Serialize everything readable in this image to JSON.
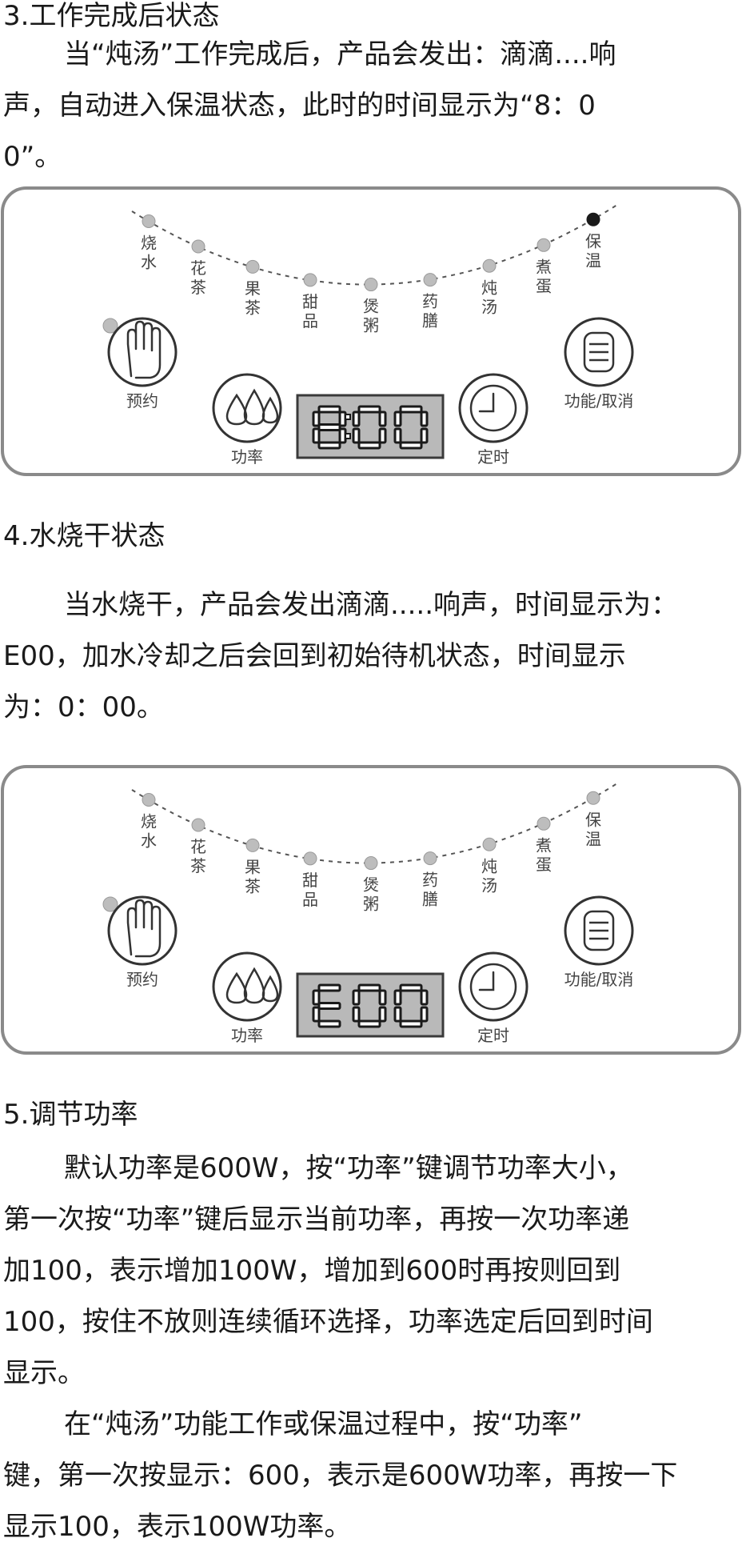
{
  "section3": {
    "heading": "3.工作完成后状态",
    "lines": [
      "当“炖汤”工作完成后，产品会发出：滴滴....响",
      "声，自动进入保温状态，此时的时间显示为“8：0",
      "0”。"
    ]
  },
  "section4": {
    "heading": "4.水烧干状态",
    "lines": [
      "当水烧干，产品会发出滴滴.....响声，时间显示为：",
      "E00，加水冷却之后会回到初始待机状态，时间显示",
      "为：0：00。"
    ]
  },
  "section5": {
    "heading": "5.调节功率",
    "lines": [
      "默认功率是600W，按“功率”键调节功率大小，",
      "第一次按“功率”键后显示当前功率，再按一次功率递",
      "加100，表示增加100W，增加到600时再按则回到",
      "100，按住不放则连续循环选择，功率选定后回到时间",
      "显示。",
      "在“炖汤”功能工作或保温过程中，按“功率”",
      "键，第一次按显示：600，表示是600W功率，再按一下",
      "显示100，表示100W功率。"
    ]
  },
  "panel": {
    "modes": [
      {
        "c1": "烧",
        "c2": "水"
      },
      {
        "c1": "花",
        "c2": "茶"
      },
      {
        "c1": "果",
        "c2": "茶"
      },
      {
        "c1": "甜",
        "c2": "品"
      },
      {
        "c1": "煲",
        "c2": "粥"
      },
      {
        "c1": "药",
        "c2": "膳"
      },
      {
        "c1": "炖",
        "c2": "汤"
      },
      {
        "c1": "煮",
        "c2": "蛋"
      },
      {
        "c1": "保",
        "c2": "温"
      }
    ],
    "buttons": {
      "reserve": "预约",
      "power": "功率",
      "timer": "定时",
      "function_cancel": "功能/取消"
    }
  },
  "panel1": {
    "display": "8:00",
    "active_mode": "保温"
  },
  "panel2": {
    "display": "E00",
    "active_mode": ""
  }
}
